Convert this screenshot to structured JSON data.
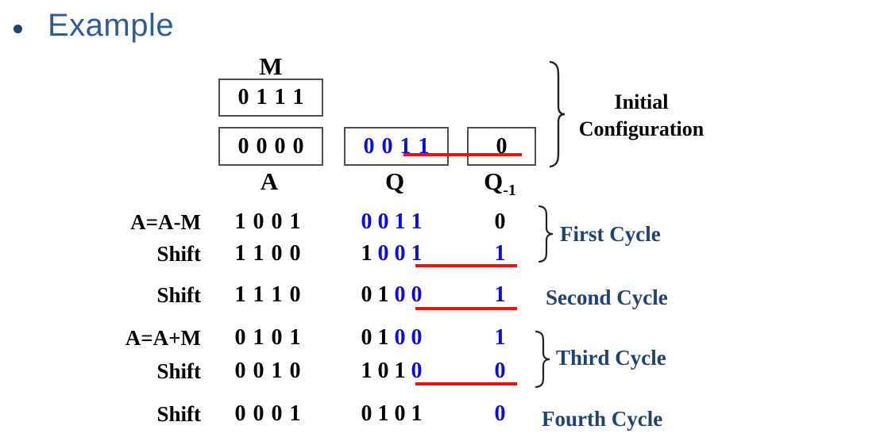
{
  "title": {
    "text": "Example"
  },
  "colors": {
    "digit_blue": "#0909EC",
    "underline_red": "#EE1111",
    "cycle_navy": "#1F4276",
    "title_blue": "#2E5C99",
    "box_border": "#4d4d4d"
  },
  "registers": {
    "m_label": "M",
    "m_value": "0 1 1 1",
    "a_box_value": "0 0 0 0",
    "q_box_value": "0 0 1 1",
    "qm1_box_value": "0",
    "a_label": "A",
    "q_label": "Q",
    "qm1_label": "Q",
    "qm1_label_sub": "-1"
  },
  "initial_config": {
    "line1": "Initial",
    "line2": "Configuration"
  },
  "rows": [
    {
      "op": "A=A-M",
      "a": "1 0 0 1",
      "q_black": "",
      "q_blue": "0 0 1 1",
      "qm1": "0",
      "qm1_color": "black",
      "underline": false
    },
    {
      "op": "Shift",
      "a": "1 1 0 0",
      "q_black": "1 ",
      "q_blue": "0 0 1",
      "qm1": "1",
      "qm1_color": "blue",
      "underline": true
    },
    {
      "op": "Shift",
      "a": "1 1 1 0",
      "q_black": "0 1 ",
      "q_blue": "0 0",
      "qm1": "1",
      "qm1_color": "blue",
      "underline": true
    },
    {
      "op": "A=A+M",
      "a": "0 1 0 1",
      "q_black": "0 1 ",
      "q_blue": "0 0",
      "qm1": "1",
      "qm1_color": "blue",
      "underline": false
    },
    {
      "op": "Shift",
      "a": "0 0 1 0",
      "q_black": "1 0 1 ",
      "q_blue": "0",
      "qm1": "0",
      "qm1_color": "blue",
      "underline": true
    },
    {
      "op": "Shift",
      "a": "0 0 0 1",
      "q_black": "0 1 0 1",
      "q_blue": "",
      "qm1": "0",
      "qm1_color": "blue",
      "underline": false
    }
  ],
  "cycles": [
    {
      "label": "First Cycle",
      "has_brace": true
    },
    {
      "label": "Second Cycle",
      "has_brace": false
    },
    {
      "label": "Third Cycle",
      "has_brace": true
    },
    {
      "label": "Fourth Cycle",
      "has_brace": false
    }
  ]
}
